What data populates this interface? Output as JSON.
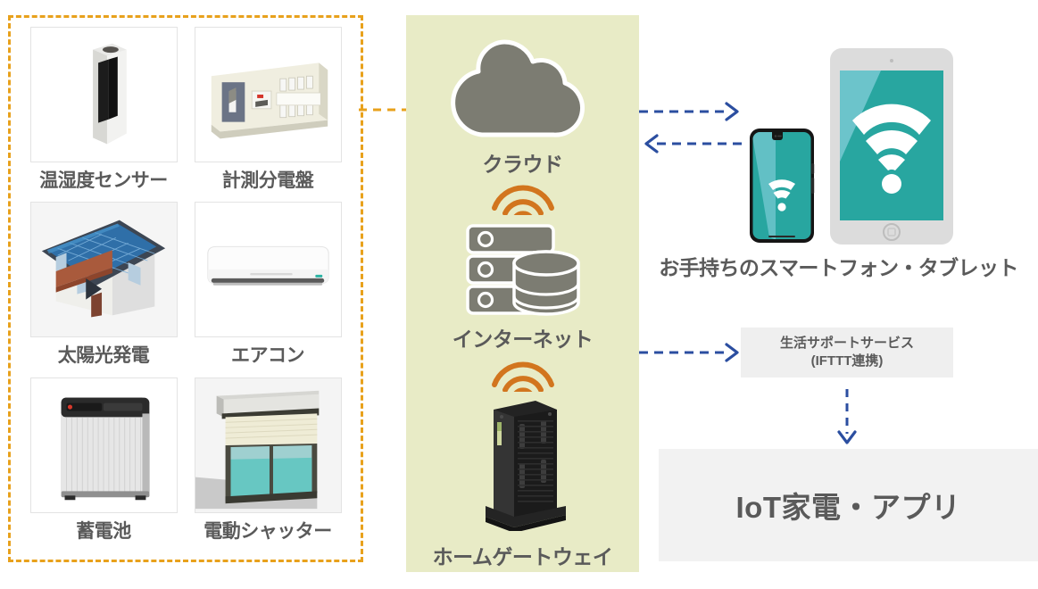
{
  "diagram": {
    "title": "IoT home system architecture",
    "colors": {
      "orange_dash": "#e8a11c",
      "orange_wifi": "#d2751e",
      "green_panel": "#e8ebc6",
      "blue_arrow": "#2b4ea0",
      "icon_gray": "#7c7c72",
      "teal_screen": "#28a6a0",
      "box_gray": "#efefef",
      "text_gray": "#5a5a5a"
    }
  },
  "devices": {
    "items": [
      {
        "label": "温湿度センサー",
        "icon": "temperature-humidity-sensor-icon"
      },
      {
        "label": "計測分電盤",
        "icon": "measuring-distribution-board-icon"
      },
      {
        "label": "太陽光発電",
        "icon": "solar-power-house-icon"
      },
      {
        "label": "エアコン",
        "icon": "air-conditioner-icon"
      },
      {
        "label": "蓄電池",
        "icon": "storage-battery-icon"
      },
      {
        "label": "電動シャッター",
        "icon": "electric-shutter-icon"
      }
    ]
  },
  "cloud_column": {
    "cloud": {
      "label": "クラウド",
      "icon": "cloud-icon"
    },
    "internet": {
      "label": "インターネット",
      "icon": "server-database-icon"
    },
    "gateway": {
      "label": "ホームゲートウェイ",
      "icon": "home-gateway-icon"
    },
    "wifi_top": "wifi-arcs-icon",
    "wifi_bottom": "wifi-arcs-icon"
  },
  "right": {
    "mobile_label": "お手持ちのスマートフォン・タブレット",
    "phone": {
      "icon": "smartphone-icon",
      "screen_icon": "wifi-icon"
    },
    "tablet": {
      "icon": "tablet-icon",
      "screen_icon": "wifi-icon"
    },
    "ifttt": {
      "line1": "生活サポートサービス",
      "line2": "(IFTTT連携)"
    },
    "iot": {
      "label": "IoT家電・アプリ"
    }
  },
  "connectors": {
    "devices_to_cloud": "orange-dashed-line",
    "cloud_to_mobile": "blue-dashed-arrow-right",
    "mobile_to_cloud": "blue-dashed-arrow-left",
    "cloud_to_ifttt": "blue-dashed-arrow-right",
    "ifttt_to_iot": "blue-dashed-arrow-down"
  }
}
